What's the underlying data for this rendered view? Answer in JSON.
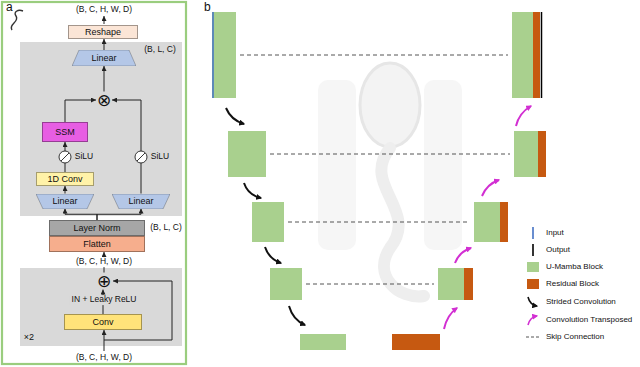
{
  "diagram": {
    "nodes": [
      {
        "text": [
          "Reshape"
        ]
      },
      {
        "text": [
          "Linear"
        ]
      },
      {
        "text": [
          "⊗"
        ]
      },
      {
        "text": [
          "SSM"
        ]
      },
      {
        "text": [
          "1D Conv"
        ]
      },
      {
        "text": [
          "Linear"
        ]
      },
      {
        "text": [
          "Linear"
        ]
      },
      {
        "text": [
          "Layer Norm"
        ]
      },
      {
        "text": [
          "Flatten"
        ]
      },
      {
        "text": [
          "⊕"
        ]
      },
      {
        "text": [
          "Conv"
        ]
      }
    ],
    "edges": [
      {
        "from": 1,
        "to": 0,
        "arrow": "to",
        "label": "(B, L, C)"
      },
      {
        "from": 2,
        "to": 1,
        "arrow": "to"
      },
      {
        "from": 3,
        "to": 2,
        "arrow": "to"
      },
      {
        "from": 6,
        "to": 2,
        "arrow": "to"
      },
      {
        "from": 4,
        "to": 3,
        "arrow": "to"
      },
      {
        "from": 5,
        "to": 4,
        "arrow": "to"
      },
      {
        "from": 7,
        "to": 5,
        "arrow": "to"
      },
      {
        "from": 7,
        "to": 6,
        "arrow": "to"
      },
      {
        "from": 9,
        "to": 8,
        "arrow": "to",
        "label": "(B, C, H, W, D)"
      },
      {
        "from": 10,
        "to": 9,
        "arrow": "to",
        "label": "IN + Leaky ReLU"
      }
    ],
    "labels": [
      "a",
      "b",
      "(B, C, H, W, D)",
      "(B, L, C)",
      "SiLU",
      "SiLU",
      "×2",
      "(B, C, H, W, D)"
    ],
    "legend": [
      {
        "text": "Input"
      },
      {
        "text": "Output"
      },
      {
        "text": "U-Mamba Block",
        "color": "#a9d08e"
      },
      {
        "text": "Residual Block",
        "color": "#c65911"
      },
      {
        "text": "Strided Convolution"
      },
      {
        "text": "Convolution Transposed"
      },
      {
        "text": "Skip Connection"
      }
    ]
  }
}
